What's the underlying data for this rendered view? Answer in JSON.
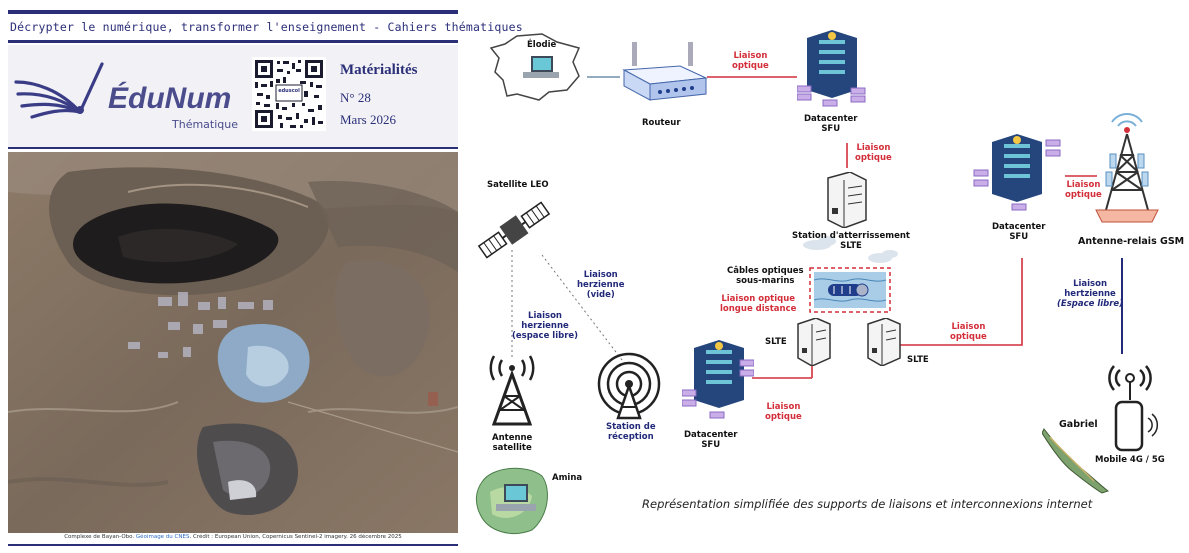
{
  "cover": {
    "headline": "Décrypter le numérique, transformer l'enseignement - Cahiers thématiques",
    "logo_title": "ÉduNum",
    "logo_subtitle": "Thématique",
    "qr_label": "eduscol",
    "series_title": "Matérialités",
    "issue_number": "N° 28",
    "issue_date": "Mars 2026",
    "photo_caption_prefix": "Complexe de Bayan-Obo.",
    "photo_caption_link": "Géoimage du CNES",
    "photo_caption_suffix": ". Crédit : European Union, Copernicus Sentinel-2 imagery. 26 décembre 2025"
  },
  "diagram": {
    "nodes": {
      "elodie": "Élodie",
      "routeur": "Routeur",
      "datacenter_top": [
        "Datacenter",
        "SFU"
      ],
      "station_atterrissement": [
        "Station d'atterrissement",
        "SLTE"
      ],
      "datacenter_right": [
        "Datacenter",
        "SFU"
      ],
      "antenne_gsm": "Antenne-relais GSM",
      "satellite": "Satellite LEO",
      "cables": [
        "Câbles optiques",
        "sous-marins"
      ],
      "slte_left": "SLTE",
      "slte_right": "SLTE",
      "antenne_satellite": [
        "Antenne",
        "satellite"
      ],
      "station_reception": [
        "Station de",
        "réception"
      ],
      "datacenter_bottom": [
        "Datacenter",
        "SFU"
      ],
      "amina": "Amina",
      "gabriel": "Gabriel",
      "mobile": "Mobile 4G / 5G"
    },
    "links": {
      "optique_1": [
        "Liaison",
        "optique"
      ],
      "optique_2": [
        "Liaison",
        "optique"
      ],
      "optique_3": [
        "Liaison",
        "optique"
      ],
      "optique_4": [
        "Liaison",
        "optique"
      ],
      "optique_5": [
        "Liaison",
        "optique"
      ],
      "longue_distance": [
        "Liaison optique",
        "longue distance"
      ],
      "hertzienne_vide": [
        "Liaison",
        "herzienne",
        "(vide)"
      ],
      "hertzienne_espace": [
        "Liaison",
        "herzienne",
        "(espace libre)"
      ],
      "hertzienne_gsm": [
        "Liaison",
        "hertzienne",
        "(Espace libre)"
      ]
    },
    "footer": "Représentation simplifiée des supports de liaisons et interconnexions internet"
  },
  "colors": {
    "brand": "#2b2f78",
    "optical": "#d32f3a",
    "radio": "#232a7a",
    "connector": "#6f8fa8"
  }
}
